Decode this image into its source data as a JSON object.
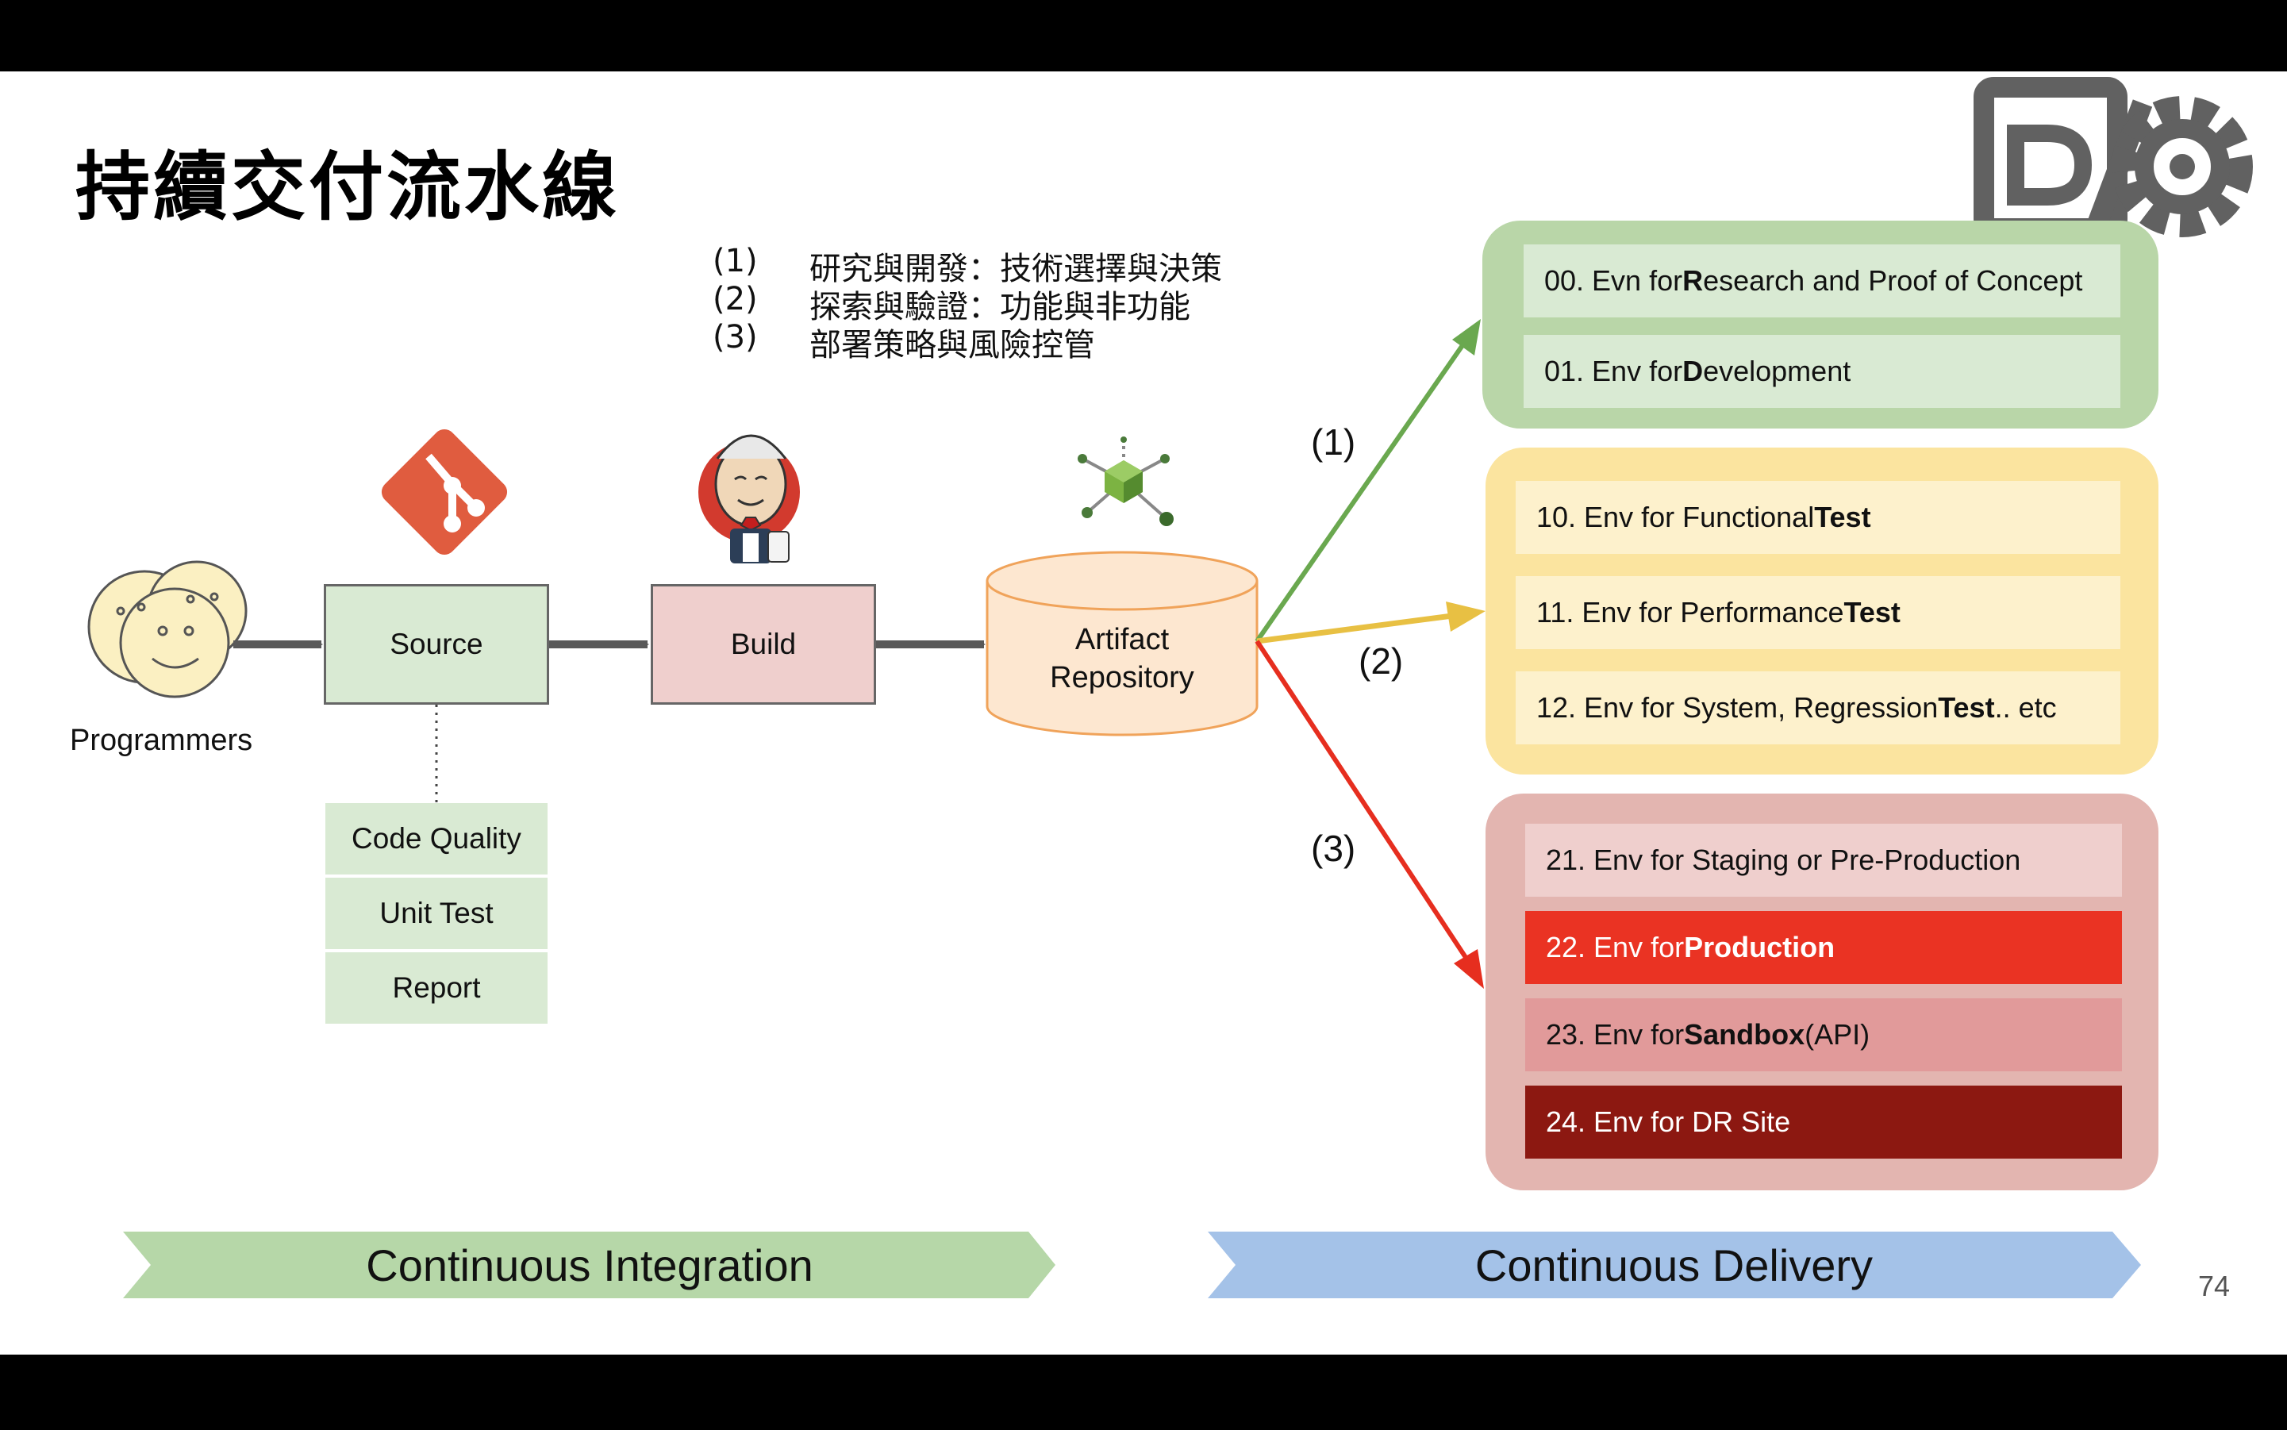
{
  "title": "持續交付流水線",
  "legend": [
    {
      "num": "(1)",
      "text": "研究與開發：技術選擇與決策"
    },
    {
      "num": "(2)",
      "text": "探索與驗證：功能與非功能"
    },
    {
      "num": "(3)",
      "text": "部署策略與風險控管"
    }
  ],
  "pipeline": {
    "programmers": "Programmers",
    "source": "Source",
    "build": "Build",
    "artifact_line1": "Artifact",
    "artifact_line2": "Repository",
    "quality_checks": [
      "Code Quality",
      "Unit Test",
      "Report"
    ]
  },
  "arrows": [
    "(1)",
    "(2)",
    "(3)"
  ],
  "env_groups": [
    {
      "color": "#b9d6a8",
      "items": [
        {
          "pre": "00. Evn for ",
          "bold": "R",
          "post": "esearch and Proof of Concept",
          "bg": "#d9ead3",
          "fg": "#111111"
        },
        {
          "pre": "01. Env for ",
          "bold": "D",
          "post": "evelopment",
          "bg": "#d9ead3",
          "fg": "#111111"
        }
      ]
    },
    {
      "color": "#fbe49f",
      "items": [
        {
          "pre": "10. Env for Functional ",
          "bold": "Test",
          "post": "",
          "bg": "#fdf1cc",
          "fg": "#111111"
        },
        {
          "pre": "11. Env for Performance ",
          "bold": "Test",
          "post": "",
          "bg": "#fdf1cc",
          "fg": "#111111"
        },
        {
          "pre": "12. Env for System, Regression ",
          "bold": "Test",
          "post": " .. etc",
          "bg": "#fdf1cc",
          "fg": "#111111"
        }
      ]
    },
    {
      "color": "#e3b5b0",
      "items": [
        {
          "pre": "21. Env for Staging or Pre-Production",
          "bold": "",
          "post": "",
          "bg": "#efcfcd",
          "fg": "#111111"
        },
        {
          "pre": "22. Env for ",
          "bold": "Production",
          "post": "",
          "bg": "#ea3323",
          "fg": "#ffffff"
        },
        {
          "pre": "23. Env for ",
          "bold": "Sandbox",
          "post": " (API)",
          "bg": "#e19a9a",
          "fg": "#111111"
        },
        {
          "pre": "24. Env for DR Site",
          "bold": "",
          "post": "",
          "bg": "#8c1811",
          "fg": "#ffffff"
        }
      ]
    }
  ],
  "banners": {
    "ci": "Continuous Integration",
    "cd": "Continuous Delivery"
  },
  "page_number": "74",
  "icons": [
    "smiley-face-icon",
    "git-logo-icon",
    "jenkins-logo-icon",
    "artifact-hub-icon",
    "devops-gear-logo-icon"
  ]
}
